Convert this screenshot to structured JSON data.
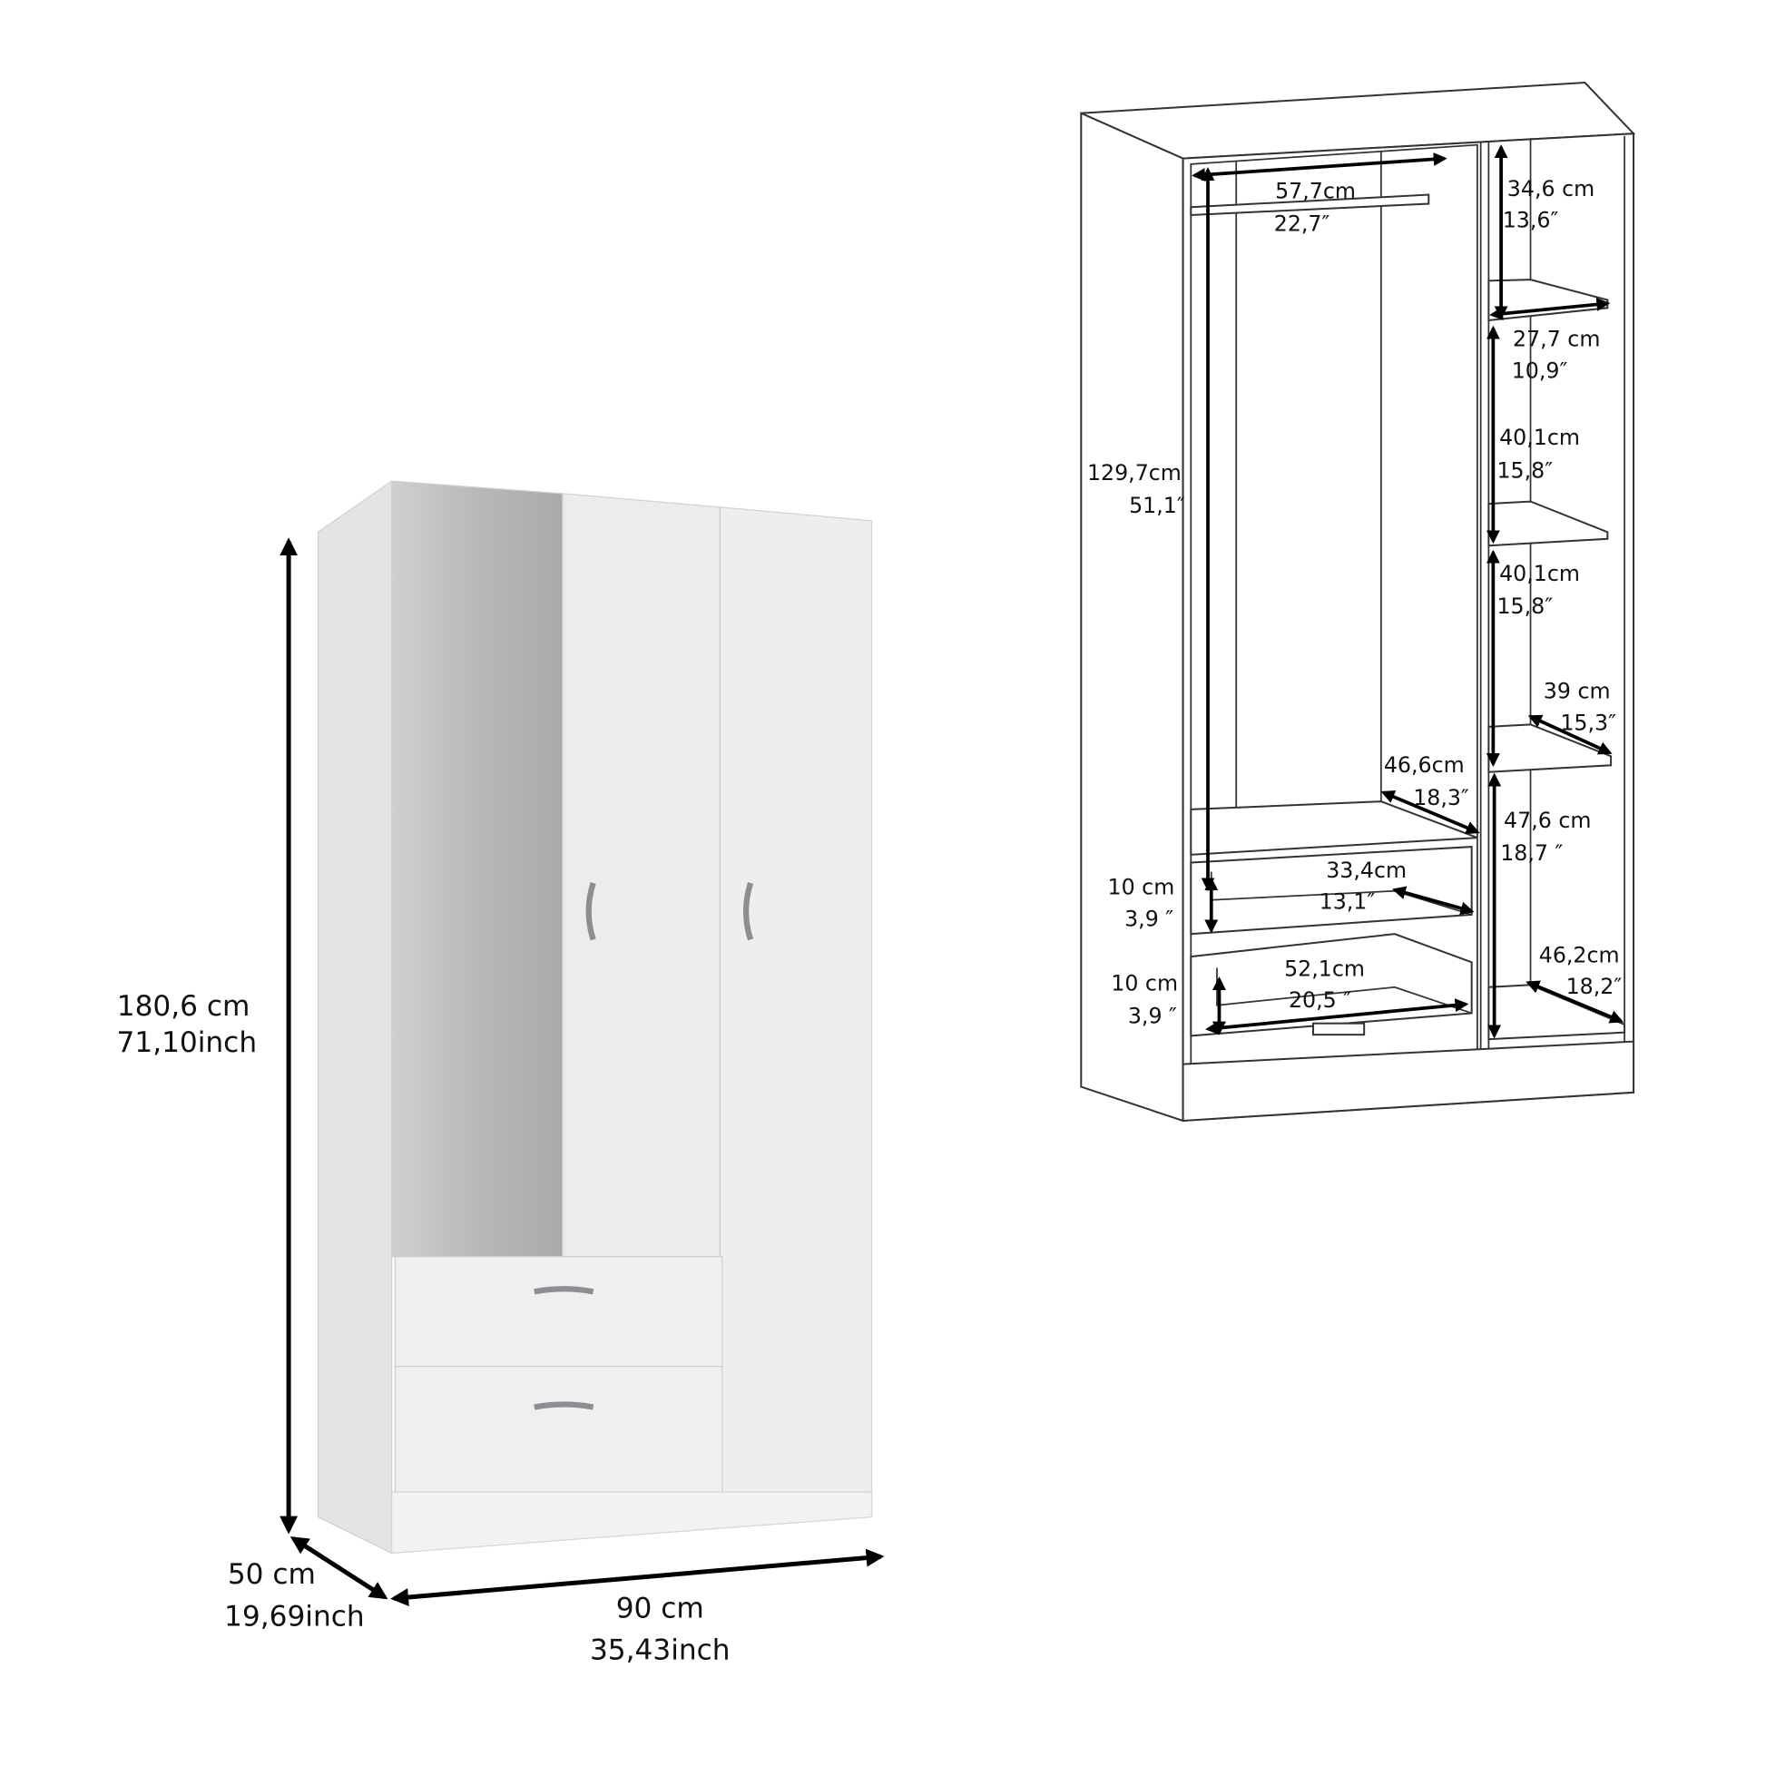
{
  "front_view": {
    "height": {
      "cm": "180,6  cm",
      "inch": "71,10inch"
    },
    "depth": {
      "cm": "50  cm",
      "inch": "19,69inch"
    },
    "width": {
      "cm": "90  cm",
      "inch": "35,43inch"
    }
  },
  "interior_view": {
    "labels": [
      {
        "cm": "57,7cm",
        "inch": "22,7″"
      },
      {
        "cm": "34,6  cm",
        "inch": "13,6″"
      },
      {
        "cm": "27,7  cm",
        "inch": "10,9″"
      },
      {
        "cm": "40,1cm",
        "inch": "15,8″"
      },
      {
        "cm": "129,7cm",
        "inch": "51,1″"
      },
      {
        "cm": "40,1cm",
        "inch": "15,8″"
      },
      {
        "cm": "39  cm",
        "inch": "15,3″"
      },
      {
        "cm": "46,6cm",
        "inch": "18,3″"
      },
      {
        "cm": "47,6  cm",
        "inch": "18,7  ″"
      },
      {
        "cm": "10  cm",
        "inch": "3,9  ″"
      },
      {
        "cm": "33,4cm",
        "inch": "13,1″"
      },
      {
        "cm": "10  cm",
        "inch": "3,9  ″"
      },
      {
        "cm": "52,1cm",
        "inch": "20,5  ″"
      },
      {
        "cm": "46,2cm",
        "inch": "18,2″"
      }
    ]
  },
  "colors": {
    "body": "#f4f4f5",
    "side": "#e6e7e8",
    "mirror": "#b9babc",
    "line": "#000000"
  }
}
